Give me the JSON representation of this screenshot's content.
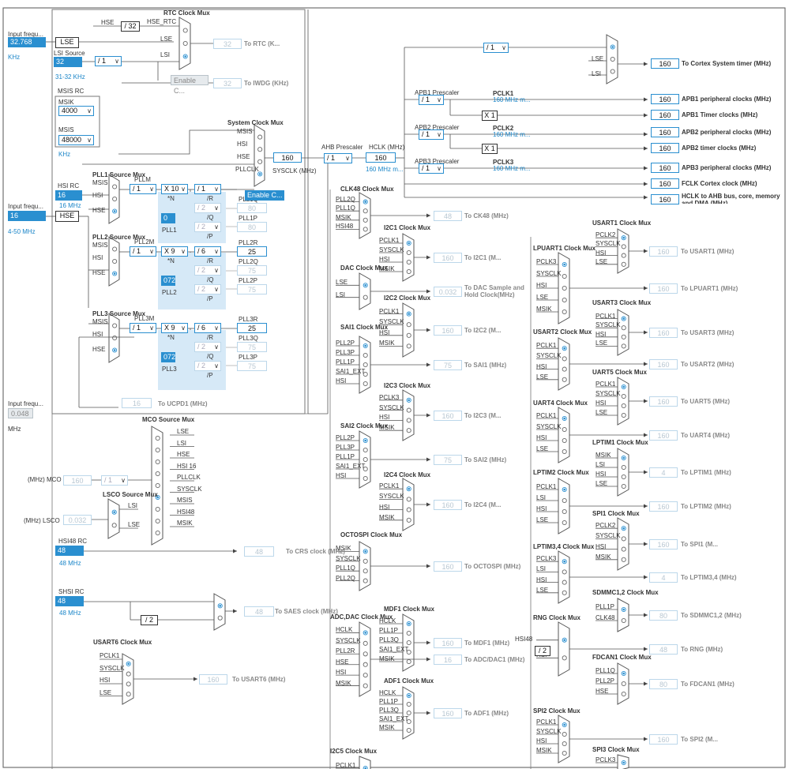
{
  "inputs": {
    "lse_in_label": "Input frequ...",
    "lse_in_value": "32.768",
    "lse_in_unit": "KHz",
    "lse": "LSE",
    "lsi_source": "LSI Source",
    "lsi_value": "32",
    "lsi_range": "31-32 KHz",
    "msis_rc": "MSIS RC",
    "msik": "MSIK",
    "msik_value": "4000",
    "msis": "MSIS",
    "msis_value": "48000",
    "msis_unit": "KHz",
    "hsi_rc": "HSI RC",
    "hsi_value": "16",
    "hsi_unit": "16 MHz",
    "hse_in_label": "Input frequ...",
    "hse_value": "16",
    "hse": "HSE",
    "hse_range": "4-50 MHz",
    "ext_in_label": "Input frequ...",
    "ext_value": "0.048",
    "ext_unit": "MHz",
    "hsi48_rc": "HSI48 RC",
    "hsi48_value": "48",
    "hsi48_unit": "48 MHz",
    "shsi_rc": "SHSI RC",
    "shsi_value": "48",
    "shsi_unit": "48 MHz"
  },
  "rtc": {
    "title": "RTC Clock Mux",
    "hse": "HSE",
    "div": "/ 32",
    "hse_rtc": "HSE_RTC",
    "lse": "LSE",
    "lsi": "LSI",
    "rtc_value": "32",
    "rtc_label": "To RTC (K...",
    "lsi_div": "/ 1",
    "enable": "Enable C...",
    "iwdg_value": "32",
    "iwdg_label": "To IWDG (KHz)"
  },
  "sysmux": {
    "title": "System Clock Mux",
    "msis": "MSIS",
    "hsi": "HSI",
    "hse": "HSE",
    "pllclk": "PLLCLK",
    "sysclk_value": "160",
    "sysclk_label": "SYSCLK (MHz)",
    "enable": "Enable C..."
  },
  "pll1": {
    "title": "PLL1 Source Mux",
    "msis": "MSIS",
    "hsi": "HSI",
    "hse": "HSE",
    "m_label": "PLLM",
    "m": "/ 1",
    "n": "X 10",
    "n_lab": "*N",
    "r": "/ 1",
    "r_lab": "/R",
    "q": "/ 2",
    "q_lab": "/Q",
    "p": "/ 2",
    "p_lab": "/P",
    "frac": "0",
    "name": "PLL1",
    "q_out": "PLL1Q",
    "q_value": "80",
    "p_out": "PLL1P",
    "p_value": "80"
  },
  "pll2": {
    "title": "PLL2 Source Mux",
    "msis": "MSIS",
    "hsi": "HSI",
    "hse": "HSE",
    "m_label": "PLL2M",
    "m": "/ 1",
    "n": "X 9",
    "n_lab": "*N",
    "r": "/ 6",
    "r_lab": "/R",
    "q": "/ 2",
    "q_lab": "/Q",
    "p": "/ 2",
    "p_lab": "/P",
    "frac": "072",
    "name": "PLL2",
    "r_out": "PLL2R",
    "r_value": "25",
    "q_out": "PLL2Q",
    "q_value": "75",
    "p_out": "PLL2P",
    "p_value": "75"
  },
  "pll3": {
    "title": "PLL3 Source Mux",
    "msis": "MSIS",
    "hsi": "HSI",
    "hse": "HSE",
    "m_label": "PLL3M",
    "m": "/ 1",
    "n": "X 9",
    "n_lab": "*N",
    "r": "/ 6",
    "r_lab": "/R",
    "q": "/ 2",
    "q_lab": "/Q",
    "p": "/ 2",
    "p_lab": "/P",
    "frac": "072",
    "name": "PLL3",
    "r_out": "PLL3R",
    "r_value": "25",
    "q_out": "PLL3Q",
    "q_value": "75",
    "p_out": "PLL3P",
    "p_value": "75"
  },
  "ucpd": {
    "value": "16",
    "label": "To UCPD1 (MHz)"
  },
  "ahb": {
    "label": "AHB Prescaler",
    "div": "/ 1",
    "hclk_label": "HCLK (MHz)",
    "hclk_value": "160",
    "hclk_max": "160 MHz m...",
    "ct_div": "/ 1",
    "ct_lse": "LSE",
    "ct_lsi": "LSI"
  },
  "apb1": {
    "label": "APB1 Prescaler",
    "div": "/ 1",
    "pclk": "PCLK1",
    "max": "160 MHz m...",
    "x": "X 1"
  },
  "apb2": {
    "label": "APB2 Prescaler",
    "div": "/ 1",
    "pclk": "PCLK2",
    "max": "160 MHz m...",
    "x": "X 1"
  },
  "apb3": {
    "label": "APB3 Prescaler",
    "div": "/ 1",
    "pclk": "PCLK3",
    "max": "160 MHz m..."
  },
  "outputs": [
    {
      "value": "160",
      "label": "To Cortex System timer (MHz)"
    },
    {
      "value": "160",
      "label": "APB1 peripheral clocks (MHz)"
    },
    {
      "value": "160",
      "label": "APB1 Timer clocks (MHz)"
    },
    {
      "value": "160",
      "label": "APB2 peripheral clocks (MHz)"
    },
    {
      "value": "160",
      "label": "APB2 timer clocks (MHz)"
    },
    {
      "value": "160",
      "label": "APB3 peripheral clocks (MHz)"
    },
    {
      "value": "160",
      "label": "FCLK Cortex clock (MHz)"
    },
    {
      "value": "160",
      "label": "HCLK to AHB bus, core, memory and DMA (MHz)"
    }
  ],
  "mco": {
    "title": "MCO Source Mux",
    "in": [
      "LSE",
      "LSI",
      "HSE",
      "HSI 16",
      "PLLCLK",
      "SYSCLK",
      "MSIS",
      "HSI48",
      "MSIK"
    ],
    "label": "(MHz) MCO",
    "value": "160",
    "div": "/ 1"
  },
  "lsco": {
    "title": "LSCO Source Mux",
    "lsi": "LSI",
    "lse": "LSE",
    "label": "(MHz) LSCO",
    "value": "0.032"
  },
  "crs": {
    "value": "48",
    "label": "To CRS clock (MHz)"
  },
  "saes": {
    "div": "/ 2",
    "value": "48",
    "label": "To SAES clock (MHz)"
  },
  "usart6": {
    "title": "USART6 Clock Mux",
    "in": [
      "PCLK1",
      "SYSCLK",
      "HSI",
      "LSE"
    ],
    "value": "160",
    "label": "To USART6 (MHz)"
  },
  "mid": [
    {
      "title": "CLK48 Clock Mux",
      "in": [
        "PLL2Q",
        "PLL1Q",
        "MSIK",
        "HSI48"
      ],
      "value": "48",
      "label": "To CK48 (MHz)"
    },
    {
      "title": "I2C1 Clock Mux",
      "in": [
        "PCLK1",
        "SYSCLK",
        "HSI",
        "MSIK"
      ],
      "value": "160",
      "label": "To I2C1 (M..."
    },
    {
      "title": "DAC Clock Mux",
      "in": [
        "LSE",
        "LSI"
      ],
      "value": "0.032",
      "label": "To DAC Sample and Hold Clock(MHz)"
    },
    {
      "title": "I2C2 Clock Mux",
      "in": [
        "PCLK1",
        "SYSCLK",
        "HSI",
        "MSIK"
      ],
      "value": "160",
      "label": "To I2C2 (M..."
    },
    {
      "title": "SAI1 Clock Mux",
      "in": [
        "PLL2P",
        "PLL3P",
        "PLL1P",
        "SAI1_EXT",
        "HSI"
      ],
      "value": "75",
      "label": "To SAI1 (MHz)"
    },
    {
      "title": "I2C3 Clock Mux",
      "in": [
        "PCLK3",
        "SYSCLK",
        "HSI",
        "MSIK"
      ],
      "value": "160",
      "label": "To I2C3 (M..."
    },
    {
      "title": "SAI2 Clock Mux",
      "in": [
        "PLL2P",
        "PLL3P",
        "PLL1P",
        "SAI1_EXT",
        "HSI"
      ],
      "value": "75",
      "label": "To SAI2 (MHz)"
    },
    {
      "title": "I2C4 Clock Mux",
      "in": [
        "PCLK1",
        "SYSCLK",
        "HSI",
        "MSIK"
      ],
      "value": "160",
      "label": "To I2C4 (M..."
    },
    {
      "title": "OCTOSPI Clock Mux",
      "in": [
        "MSIK",
        "SYSCLK",
        "PLL1Q",
        "PLL2Q"
      ],
      "value": "160",
      "label": "To OCTOSPI (MHz)"
    },
    {
      "title": "MDF1 Clock Mux",
      "in": [
        "HCLK",
        "PLL1P",
        "PLL3Q",
        "SAI1_EXT",
        "MSIK"
      ],
      "value": "160",
      "label": "To MDF1 (MHz)"
    },
    {
      "title": "ADC,DAC Clock Mux",
      "in": [
        "HCLK",
        "SYSCLK",
        "PLL2R",
        "HSE",
        "HSI",
        "MSIK"
      ],
      "value": "16",
      "label": "To ADC/DAC1 (MHz)"
    },
    {
      "title": "ADF1 Clock Mux",
      "in": [
        "HCLK",
        "PLL1P",
        "PLL3Q",
        "SAI1_EXT",
        "MSIK"
      ],
      "value": "160",
      "label": "To ADF1 (MHz)"
    },
    {
      "title": "I2C5 Clock Mux",
      "in": [
        "PCLK1"
      ],
      "value": "",
      "label": ""
    }
  ],
  "right": [
    {
      "title": "USART1 Clock Mux",
      "in": [
        "PCLK2",
        "SYSCLK",
        "HSI",
        "LSE"
      ],
      "value": "160",
      "label": "To USART1 (MHz)"
    },
    {
      "title": "LPUART1 Clock Mux",
      "in": [
        "PCLK3",
        "SYSCLK",
        "HSI",
        "LSE",
        "MSIK"
      ],
      "value": "160",
      "label": "To LPUART1 (MHz)"
    },
    {
      "title": "USART3 Clock Mux",
      "in": [
        "PCLK1",
        "SYSCLK",
        "HSI",
        "LSE"
      ],
      "value": "160",
      "label": "To USART3 (MHz)"
    },
    {
      "title": "USART2 Clock Mux",
      "in": [
        "PCLK1",
        "SYSCLK",
        "HSI",
        "LSE"
      ],
      "value": "160",
      "label": "To USART2 (MHz)"
    },
    {
      "title": "UART5 Clock Mux",
      "in": [
        "PCLK1",
        "SYSCLK",
        "HSI",
        "LSE"
      ],
      "value": "160",
      "label": "To UART5 (MHz)"
    },
    {
      "title": "UART4 Clock Mux",
      "in": [
        "PCLK1",
        "SYSCLK",
        "HSI",
        "LSE"
      ],
      "value": "160",
      "label": "To UART4 (MHz)"
    },
    {
      "title": "LPTIM1 Clock Mux",
      "in": [
        "MSIK",
        "LSI",
        "HSI",
        "LSE"
      ],
      "value": "4",
      "label": "To LPTIM1 (MHz)"
    },
    {
      "title": "LPTIM2 Clock Mux",
      "in": [
        "PCLK1",
        "LSI",
        "HSI",
        "LSE"
      ],
      "value": "160",
      "label": "To LPTIM2 (MHz)"
    },
    {
      "title": "SPI1 Clock Mux",
      "in": [
        "PCLK2",
        "SYSCLK",
        "HSI",
        "MSIK"
      ],
      "value": "160",
      "label": "To SPI1 (M..."
    },
    {
      "title": "LPTIM3,4 Clock Mux",
      "in": [
        "PCLK3",
        "LSI",
        "HSI",
        "LSE"
      ],
      "value": "4",
      "label": "To LPTIM3,4 (MHz)"
    },
    {
      "title": "SDMMC1,2 Clock Mux",
      "in": [
        "PLL1P",
        "CLK48"
      ],
      "value": "80",
      "label": "To SDMMC1,2 (MHz)"
    },
    {
      "title": "RNG Clock Mux",
      "in": [
        "HSI48",
        "HSI"
      ],
      "value": "48",
      "label": "To RNG (MHz)",
      "pre_label": "HSI48",
      "pre_div": "/ 2"
    },
    {
      "title": "FDCAN1 Clock Mux",
      "in": [
        "PLL1Q",
        "PLL2P",
        "HSE"
      ],
      "value": "80",
      "label": "To FDCAN1 (MHz)"
    },
    {
      "title": "SPI2 Clock Mux",
      "in": [
        "PCLK1",
        "SYSCLK",
        "HSI",
        "MSIK"
      ],
      "value": "160",
      "label": "To SPI2 (M..."
    },
    {
      "title": "SPI3 Clock Mux",
      "in": [
        "PCLK3"
      ],
      "value": "",
      "label": ""
    }
  ]
}
